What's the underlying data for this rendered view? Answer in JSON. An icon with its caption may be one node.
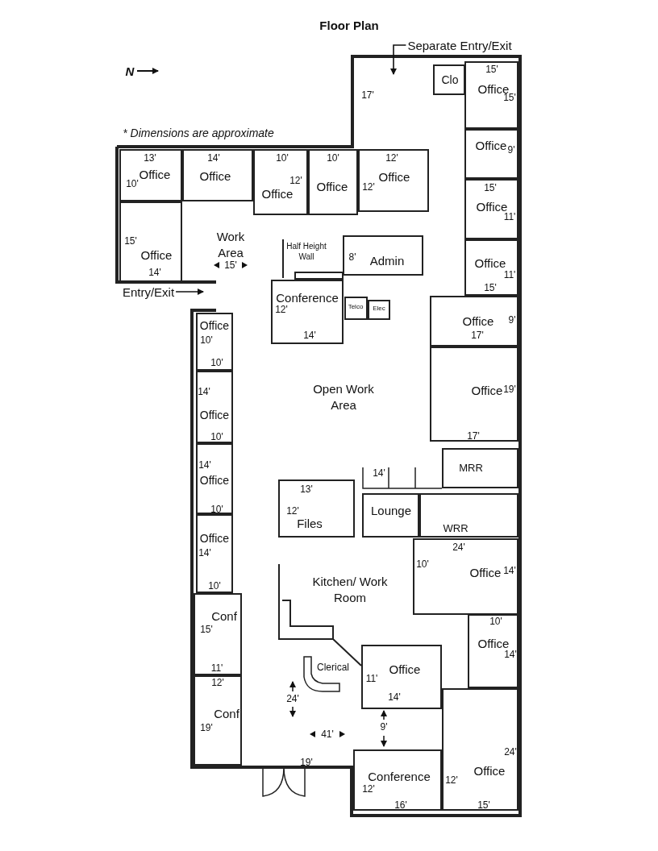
{
  "diagram": {
    "title": "Floor Plan",
    "nodes": [
      {
        "text": [
          "Separate Entry/Exit"
        ]
      },
      {
        "text": [
          "Clo"
        ]
      },
      {
        "text": [
          "15'",
          "Office",
          "15'"
        ]
      },
      {
        "text": [
          "Office",
          "9'"
        ]
      },
      {
        "text": [
          "13'",
          "Office",
          "10'"
        ]
      },
      {
        "text": [
          "14'",
          "Office"
        ]
      },
      {
        "text": [
          "10'",
          "12'",
          "Office"
        ]
      },
      {
        "text": [
          "10'",
          "Office"
        ]
      },
      {
        "text": [
          "12'",
          "Office",
          "12'"
        ]
      },
      {
        "text": [
          "15'",
          "Office",
          "11'"
        ]
      },
      {
        "text": [
          "15'",
          "Office",
          "14'"
        ]
      },
      {
        "text": [
          "8'",
          "Admin"
        ]
      },
      {
        "text": [
          "Office",
          "11'",
          "15'"
        ]
      },
      {
        "text": [
          "Entry/Exit"
        ]
      },
      {
        "text": [
          "Conference",
          "12'",
          "14'"
        ]
      },
      {
        "text": [
          "Telco"
        ]
      },
      {
        "text": [
          "Elec"
        ]
      },
      {
        "text": [
          "Office",
          "9'",
          "17'"
        ]
      },
      {
        "text": [
          "Office",
          "10'",
          "10'"
        ]
      },
      {
        "text": [
          "Office",
          "19'",
          "17'"
        ]
      },
      {
        "text": [
          "14'",
          "Office",
          "10'"
        ]
      },
      {
        "text": [
          "14'",
          "Office",
          "10'"
        ]
      },
      {
        "text": [
          "MRR"
        ]
      },
      {
        "text": [
          "13'",
          "12'",
          "Files"
        ]
      },
      {
        "text": [
          "Lounge"
        ]
      },
      {
        "text": [
          "WRR"
        ]
      },
      {
        "text": [
          "Office",
          "14'",
          "10'"
        ]
      },
      {
        "text": [
          "24'",
          "10'",
          "Office",
          "14'"
        ]
      },
      {
        "text": [
          "Conf",
          "15'",
          "11'"
        ]
      },
      {
        "text": [
          "10'",
          "Office",
          "14'"
        ]
      },
      {
        "text": [
          "Office",
          "11'",
          "14'"
        ]
      },
      {
        "text": [
          "12'",
          "Conf",
          "19'"
        ]
      },
      {
        "text": [
          "24'",
          "Office",
          "12'",
          "15'"
        ]
      },
      {
        "text": [
          "Conference",
          "12'",
          "16'"
        ]
      }
    ],
    "edges": [
      {
        "from": 0,
        "to": null,
        "arrow": "to"
      },
      {
        "from": 13,
        "to": null,
        "arrow": "to"
      }
    ],
    "labels": [
      "N",
      "17'",
      "* Dimensions are approximate",
      "Work Area",
      "15'",
      "Half Height Wall",
      "Open Work Area",
      "14'",
      "Kitchen/ Work Room",
      "Clerical",
      "24'",
      "9'",
      "41'",
      "19'"
    ]
  }
}
